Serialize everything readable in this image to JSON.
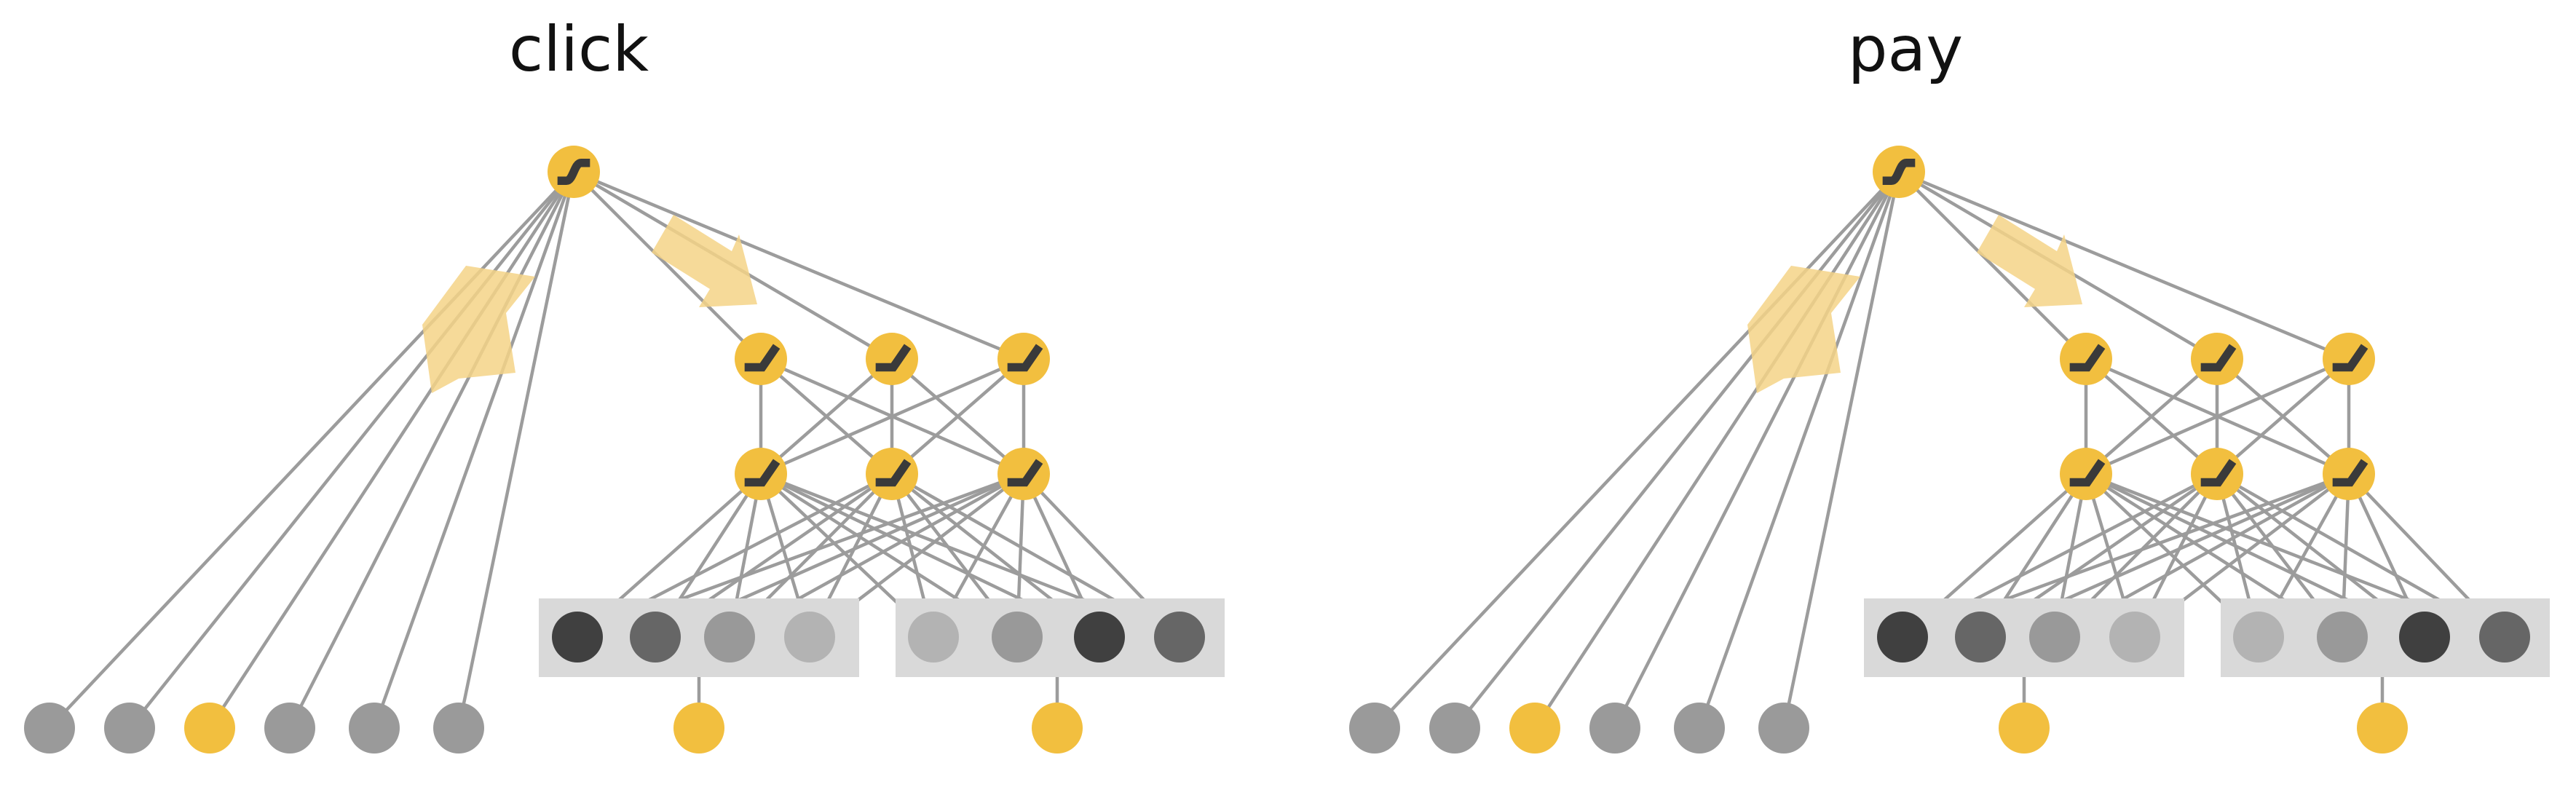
{
  "panels": [
    {
      "id": "click",
      "title": "click"
    },
    {
      "id": "pay",
      "title": "pay"
    }
  ],
  "colors": {
    "yellow": "#F2BF3F",
    "wide_node": "#9A9A9A",
    "edge": "#9C9C9C",
    "box": "#D9D9D9",
    "arrow": "#F5D487",
    "glyph": "#3A3A3A",
    "embed_shades": [
      "#404040",
      "#666666",
      "#999999",
      "#B3B3B3",
      "#B3B3B3",
      "#999999",
      "#404040",
      "#666666"
    ]
  },
  "structure": {
    "wide_inputs": 6,
    "wide_input_highlighted_index": 2,
    "deep_layers": 2,
    "deep_units_per_layer": 3,
    "embedding_groups": 2,
    "embedding_dims_per_group": 4
  }
}
